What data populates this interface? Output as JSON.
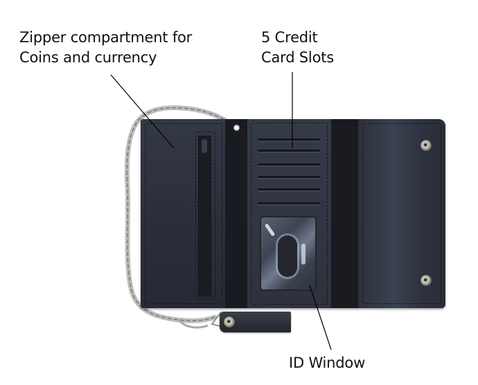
{
  "image": {
    "subject": "Black leather trifold biker wallet with chain, shown open",
    "background_color": "#ffffff"
  },
  "annotations": [
    {
      "id": "zipper",
      "text_line_1": "Zipper compartment for",
      "text_line_2": "Coins and currency"
    },
    {
      "id": "credit-slots",
      "text_line_1": "5 Credit",
      "text_line_2": "Card Slots"
    },
    {
      "id": "id-window",
      "text_line_1": "ID Window"
    }
  ],
  "colors": {
    "label_text": "#111111",
    "leather": "#2e323d",
    "leather_dark": "#1a1c22",
    "chain": "#c8c8c8",
    "snap": "#c9c7bd"
  }
}
